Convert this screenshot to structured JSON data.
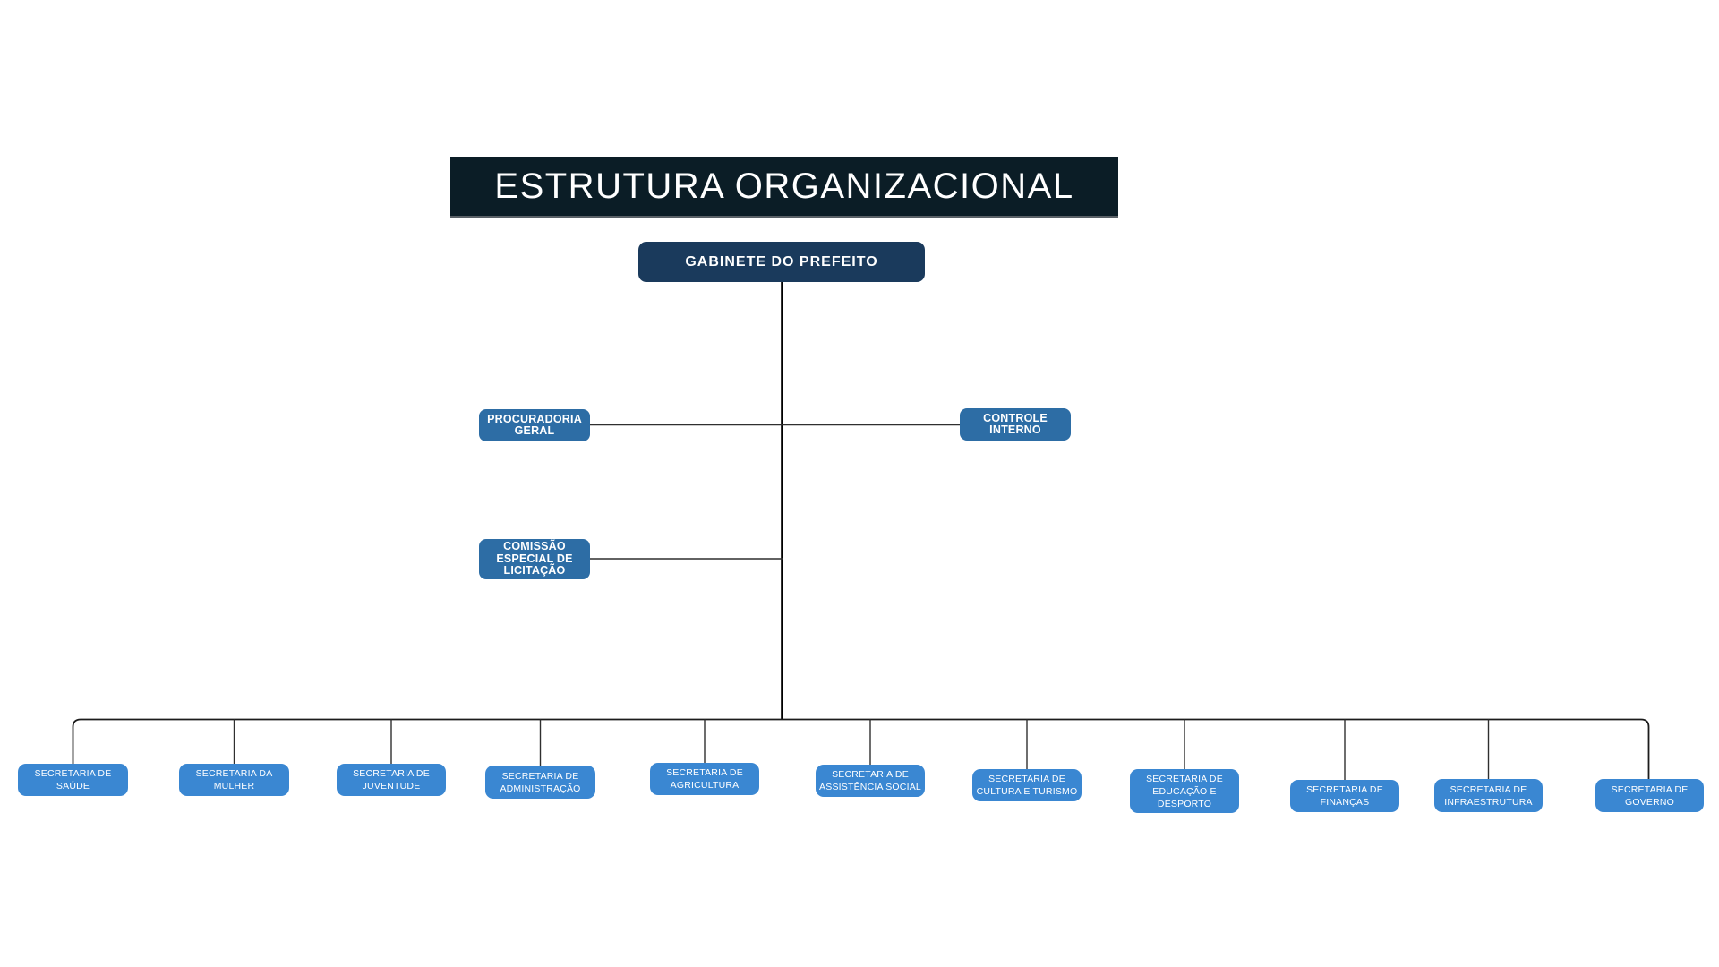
{
  "title_banner": {
    "text": "ESTRUTURA ORGANIZACIONAL"
  },
  "chart": {
    "type": "org-chart",
    "root": {
      "label": "GABINETE DO PREFEITO"
    },
    "advisory_nodes": [
      {
        "label": "PROCURADORIA\nGERAL"
      },
      {
        "label": "CONTROLE\nINTERNO"
      },
      {
        "label": "COMISSÃO\nESPECIAL DE\nLICITAÇÃO"
      }
    ],
    "secretariats": [
      {
        "label": "SECRETARIA DE\nSAÚDE"
      },
      {
        "label": "SECRETARIA DA\nMULHER"
      },
      {
        "label": "SECRETARIA DE\nJUVENTUDE"
      },
      {
        "label": "SECRETARIA DE\nADMINISTRAÇÃO"
      },
      {
        "label": "SECRETARIA DE\nAGRICULTURA"
      },
      {
        "label": "SECRETARIA DE\nASSISTÊNCIA SOCIAL"
      },
      {
        "label": "SECRETARIA DE\nCULTURA E TURISMO"
      },
      {
        "label": "SECRETARIA DE\nEDUCAÇÃO E\nDESPORTO"
      },
      {
        "label": "SECRETARIA DE\nFINANÇAS"
      },
      {
        "label": "SECRETARIA DE\nINFRAESTRUTURA"
      },
      {
        "label": "SECRETARIA DE\nGOVERNO"
      }
    ],
    "colors": {
      "banner_bg": "#0b1d26",
      "root_bg": "#1a3a5c",
      "advisory_bg": "#2d6da5",
      "secretariat_bg": "#3a87d2",
      "connector_line": "#2f2f2f",
      "trunk_line": "#000000",
      "text": "#ffffff"
    }
  }
}
